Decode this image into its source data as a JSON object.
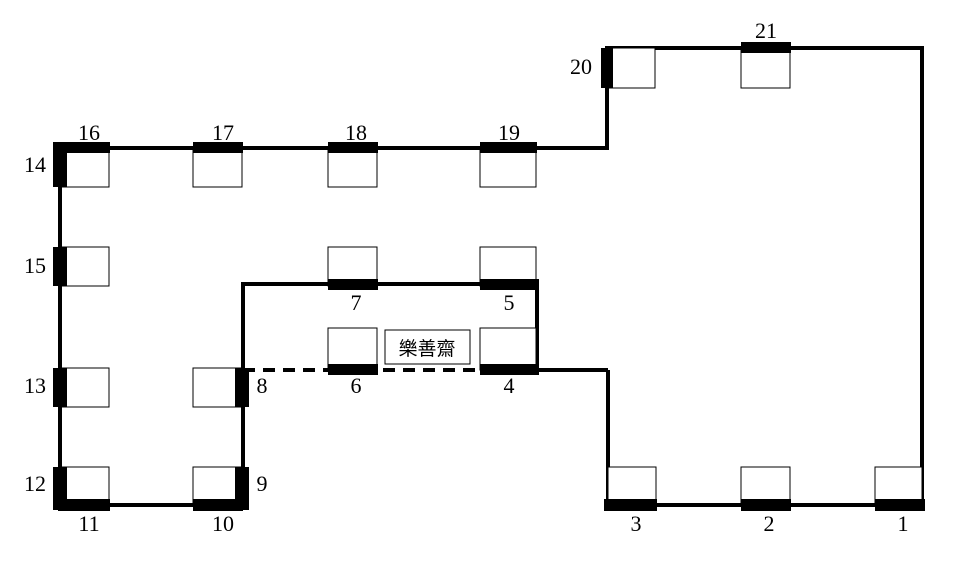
{
  "diagram": {
    "colors": {
      "line": "#000000",
      "box_fill": "#ffffff",
      "background": "#ffffff"
    },
    "hall_label": "樂善齋",
    "stations": [
      {
        "id": "1",
        "label": "1"
      },
      {
        "id": "2",
        "label": "2"
      },
      {
        "id": "3",
        "label": "3"
      },
      {
        "id": "4",
        "label": "4"
      },
      {
        "id": "5",
        "label": "5"
      },
      {
        "id": "6",
        "label": "6"
      },
      {
        "id": "7",
        "label": "7"
      },
      {
        "id": "8",
        "label": "8"
      },
      {
        "id": "9",
        "label": "9"
      },
      {
        "id": "10",
        "label": "10"
      },
      {
        "id": "11",
        "label": "11"
      },
      {
        "id": "12",
        "label": "12"
      },
      {
        "id": "13",
        "label": "13"
      },
      {
        "id": "14",
        "label": "14"
      },
      {
        "id": "15",
        "label": "15"
      },
      {
        "id": "16",
        "label": "16"
      },
      {
        "id": "17",
        "label": "17"
      },
      {
        "id": "18",
        "label": "18"
      },
      {
        "id": "19",
        "label": "19"
      },
      {
        "id": "20",
        "label": "20"
      },
      {
        "id": "21",
        "label": "21"
      }
    ]
  }
}
